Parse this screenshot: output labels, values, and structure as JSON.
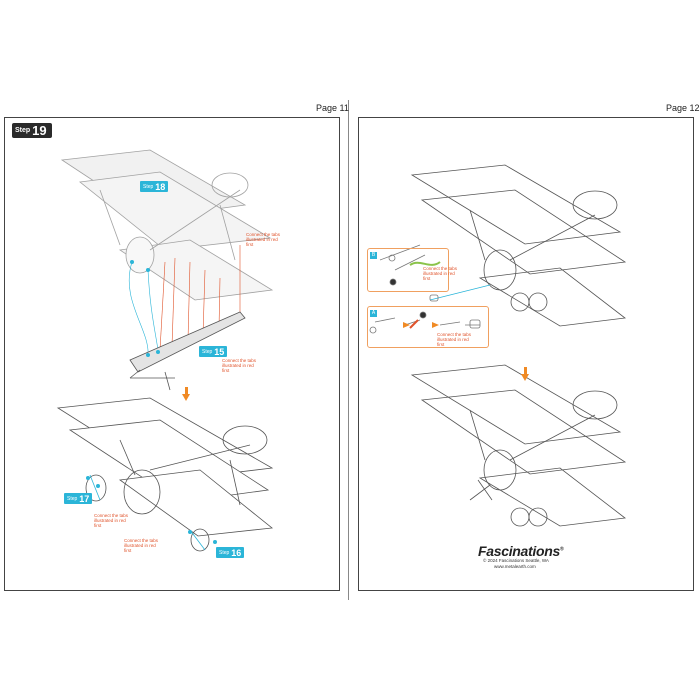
{
  "left_page": {
    "page_label": "Page 11",
    "step": {
      "word": "Step",
      "number": "19"
    },
    "tags": [
      {
        "word": "Step",
        "number": "18"
      },
      {
        "word": "Step",
        "number": "15"
      },
      {
        "word": "Step",
        "number": "17"
      },
      {
        "word": "Step",
        "number": "16"
      }
    ],
    "notes": [
      "Connect the tabs illustrated in red first",
      "Connect the tabs illustrated in red first",
      "Connect the tabs illustrated in red first",
      "Connect the tabs illustrated in red first"
    ]
  },
  "right_page": {
    "page_label": "Page 12",
    "callout_tags": [
      "B",
      "A"
    ],
    "notes": [
      "Connect the tabs illustrated in red first",
      "Connect the tabs illustrated in red first"
    ],
    "brand": {
      "name": "Fascinations",
      "copyright": "© 2024 Fascinations Seattle, WA",
      "website": "www.metalearth.com"
    }
  },
  "colors": {
    "accent_blue": "#2bb5d8",
    "accent_orange": "#f08a24",
    "note_red": "#e0532b",
    "line_gray": "#555555"
  },
  "icons": [
    "arrow-down-icon",
    "biplane-illustration",
    "propeller-icon",
    "wheel-icon"
  ]
}
